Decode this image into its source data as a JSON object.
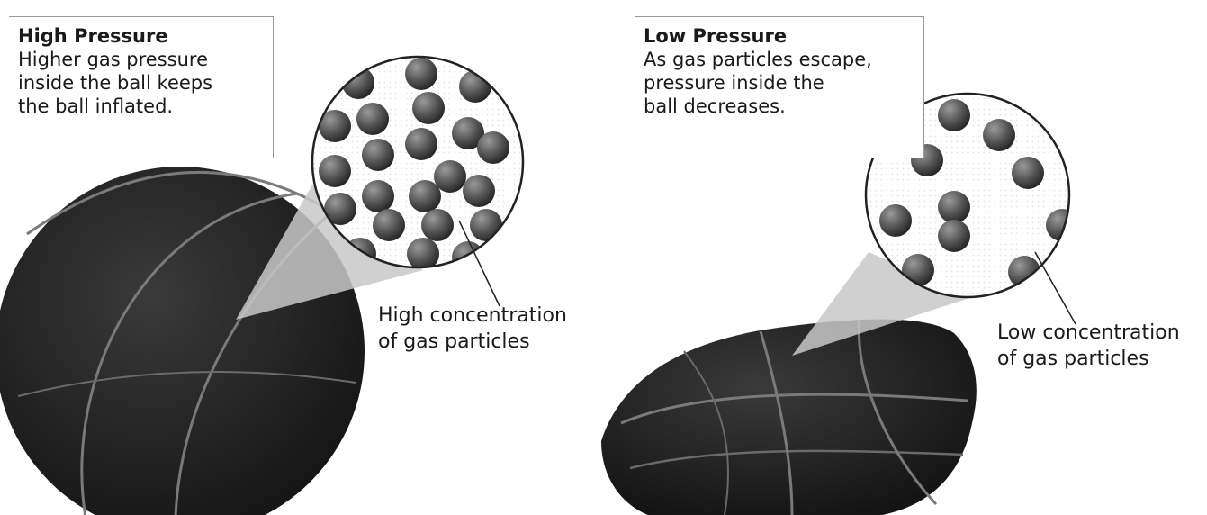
{
  "panels": {
    "high": {
      "title": "High Pressure",
      "lines": [
        "Higher gas pressure",
        "inside the ball keeps",
        "the ball inflated."
      ],
      "callout": [
        "High concentration",
        "of gas particles"
      ],
      "particle_count": 22
    },
    "low": {
      "title": "Low Pressure",
      "lines": [
        "As gas particles escape,",
        "pressure inside the",
        "ball decreases."
      ],
      "callout": [
        "Low concentration",
        "of gas particles"
      ],
      "particle_count": 11
    }
  },
  "colors": {
    "ball": "#262626",
    "ball_seam": "#7a7a7a",
    "particle": "#4a4a4a",
    "magnifier_cone": "#c8c8c8",
    "text": "#1a1a1a"
  }
}
